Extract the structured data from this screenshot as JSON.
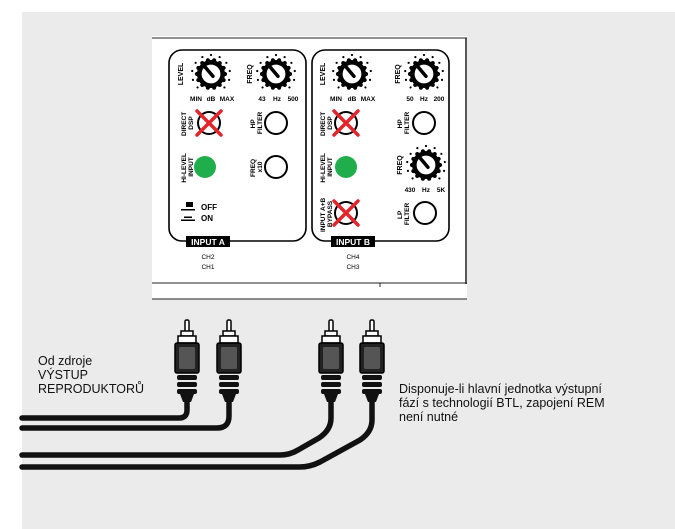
{
  "panel": {
    "input_a": {
      "level_knob": {
        "label": "LEVEL",
        "min": "MIN",
        "unit": "dB",
        "max": "MAX"
      },
      "freq_knob": {
        "label": "FREQ",
        "min": "43",
        "unit": "Hz",
        "max": "500"
      },
      "direct_dsp_label": [
        "DIRECT",
        "DSP"
      ],
      "hp_filter_label": [
        "HP",
        "FILTER"
      ],
      "hi_level_input_label": [
        "HI-LEVEL",
        "INPUT"
      ],
      "freq_x10_label": [
        "FREQ",
        "x10"
      ],
      "switch_off": "OFF",
      "switch_on": "ON",
      "title": "INPUT A",
      "channels": [
        "CH2",
        "CH1"
      ]
    },
    "input_b": {
      "level_knob": {
        "label": "LEVEL",
        "min": "MIN",
        "unit": "dB",
        "max": "MAX"
      },
      "freq_knob": {
        "label": "FREQ",
        "min": "50",
        "unit": "Hz",
        "max": "200"
      },
      "direct_dsp_label": [
        "DIRECT",
        "DSP"
      ],
      "hp_filter_label": [
        "HP",
        "FILTER"
      ],
      "hi_level_input_label": [
        "HI-LEVEL",
        "INPUT"
      ],
      "freq2_knob": {
        "label": "FREQ",
        "min": "430",
        "unit": "Hz",
        "max": "5K"
      },
      "bypass_label": [
        "INPUT A+B",
        "BYPASS"
      ],
      "lp_filter_label": [
        "LP",
        "FILTER"
      ],
      "title": "INPUT B",
      "channels": [
        "CH4",
        "CH3"
      ]
    }
  },
  "captions": {
    "source": "Od zdroje\nVÝSTUP\nREPRODUKTORŮ",
    "btl_note": "Disponuje-li hlavní jednotka výstupní\nfází s technologií BTL, zapojení REM\nnení nutné"
  },
  "colors": {
    "background": "#ebebeb",
    "panel": "#ffffff",
    "indicator_green": "#1fae4b",
    "cross_red": "#e3242b",
    "cable": "#111111"
  }
}
